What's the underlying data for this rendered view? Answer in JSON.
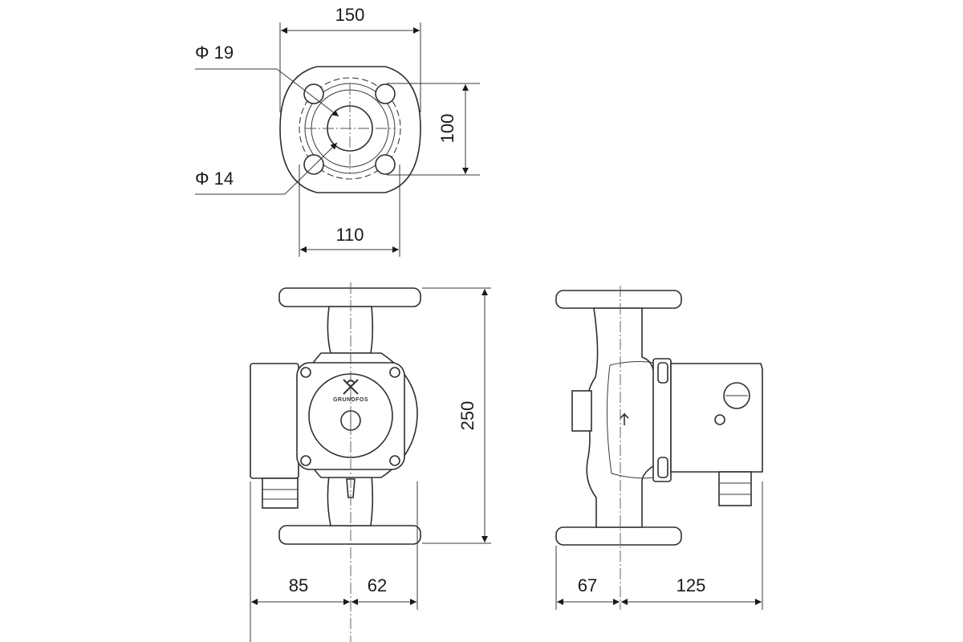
{
  "drawing": {
    "dimensions": {
      "flange_width": "150",
      "hole_large": "Φ 19",
      "hole_small": "Φ 14",
      "bolt_spacing_vertical": "100",
      "bolt_spacing_horizontal": "110",
      "height": "250",
      "front_left": "85",
      "front_right": "62",
      "side_left": "67",
      "side_right": "125"
    },
    "brand_text": "GRUNDFOS",
    "colors": {
      "line": "#3a3a3a",
      "background": "#ffffff"
    }
  }
}
